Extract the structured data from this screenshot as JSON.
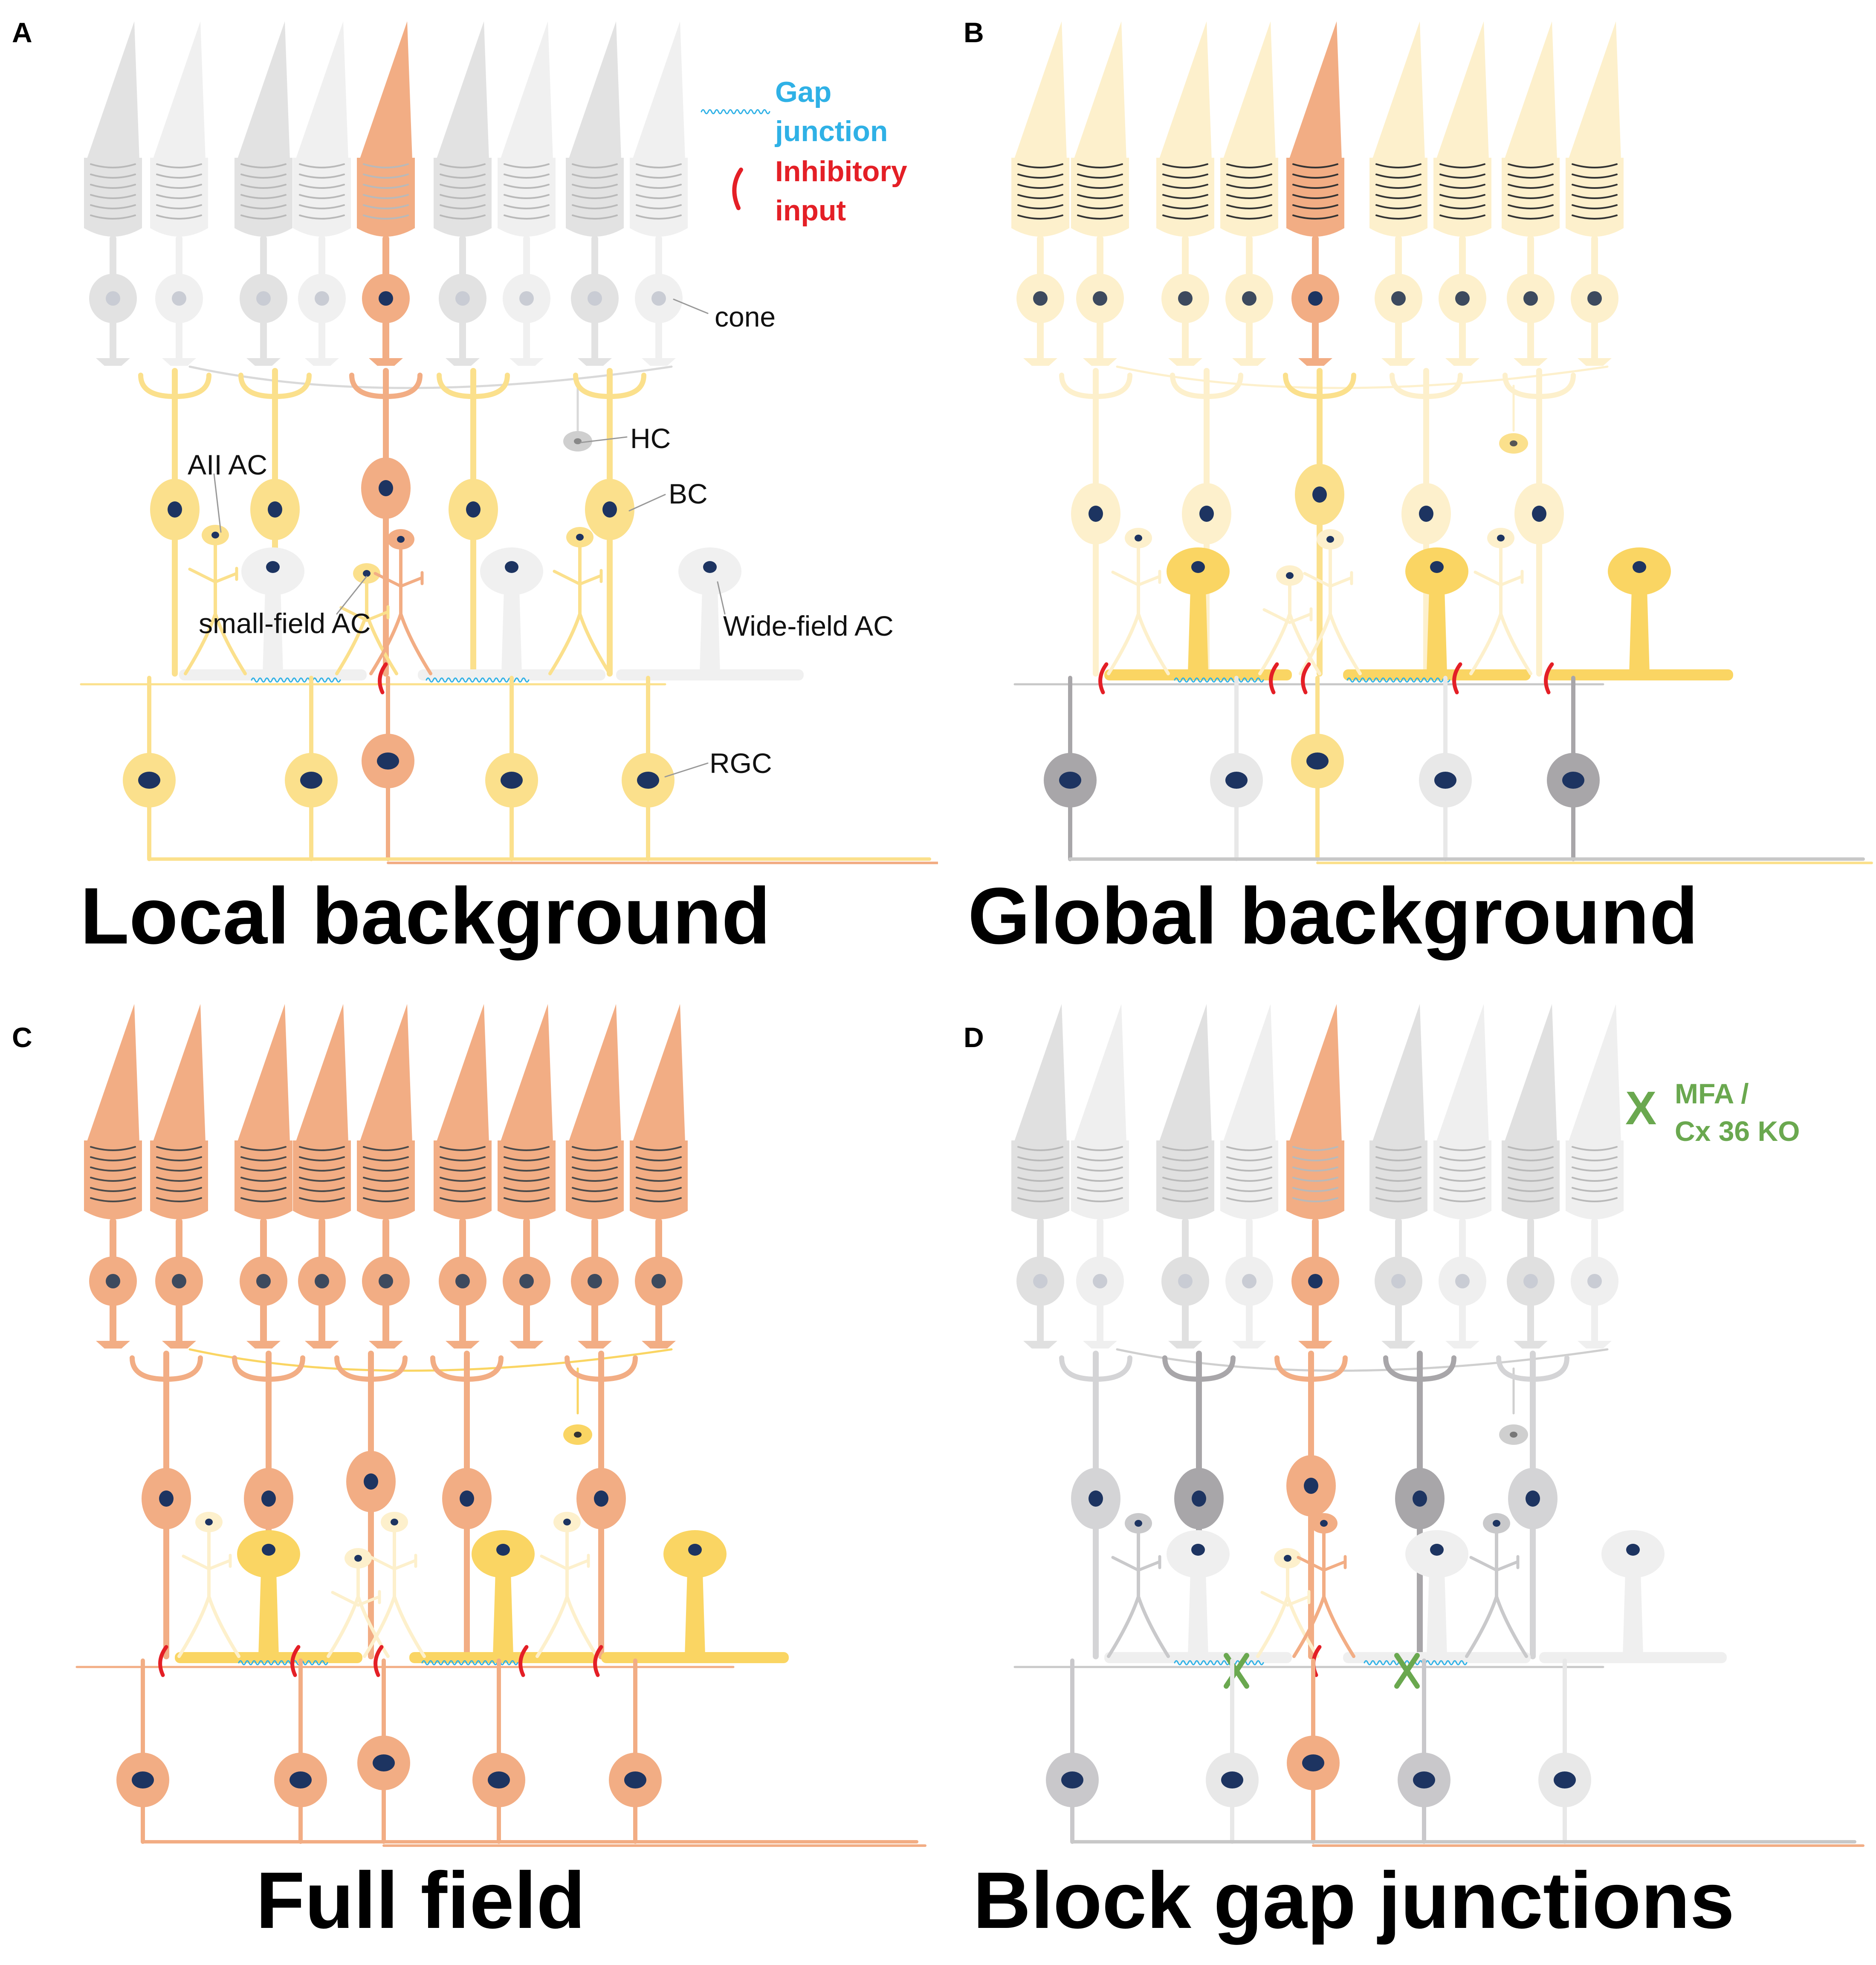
{
  "panels": [
    {
      "id": "A",
      "title": "Local background",
      "labels": {
        "cone": "cone",
        "hc": "HC",
        "aii": "AII AC",
        "bc": "BC",
        "small": "small-field AC",
        "wide": "Wide-field AC",
        "rgc": "RGC"
      }
    },
    {
      "id": "B",
      "title": "Global background"
    },
    {
      "id": "C",
      "title": "Full field"
    },
    {
      "id": "D",
      "title": "Block gap junctions"
    }
  ],
  "legend": {
    "gap_line1": "Gap",
    "gap_line2": "junction",
    "inh_line1": "Inhibitory",
    "inh_line2": "input",
    "block_mark": "X",
    "block_line1": "MFA /",
    "block_line2": "Cx 36 KO"
  },
  "colors": {
    "active": "#f2ad84",
    "yellow": "#fbe08c",
    "bright_yellow": "#fad563",
    "pale_yellow": "#fdf0cc",
    "gray": "#e2e2e2",
    "light_gray": "#f0f0f0",
    "dark_gray": "#a8a6a9",
    "mid_gray": "#c9c8cb",
    "nucleus": "#1d3461",
    "gap_junction": "#2fb1e6",
    "inhibitory": "#e41f26",
    "block": "#6aa84f"
  }
}
